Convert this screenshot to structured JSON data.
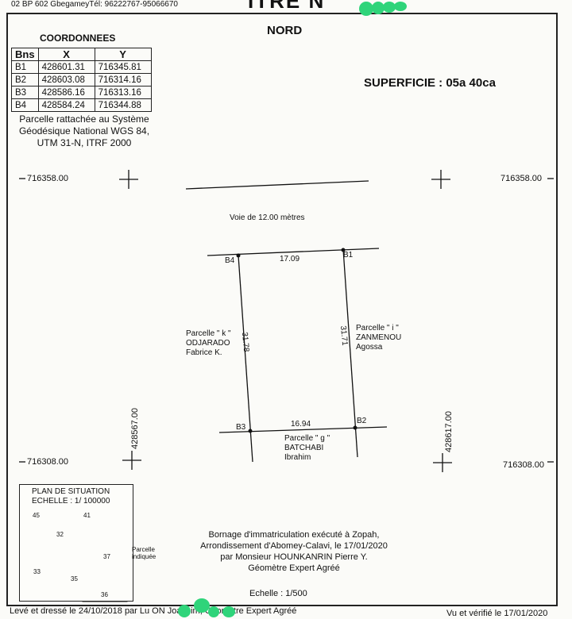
{
  "header": {
    "contact_line": "02 BP 602 GbegameyTél: 96222767-95066670",
    "title_fragment": "ITRE N"
  },
  "plan": {
    "north_label": "NORD",
    "superficie": "SUPERFICIE : 05a 40ca",
    "coordinates": {
      "title": "COORDONNEES",
      "headers": [
        "Bns",
        "X",
        "Y"
      ],
      "rows": [
        [
          "B1",
          "428601.31",
          "716345.81"
        ],
        [
          "B2",
          "428603.08",
          "716314.16"
        ],
        [
          "B3",
          "428586.16",
          "716313.16"
        ],
        [
          "B4",
          "428584.24",
          "716344.88"
        ]
      ]
    },
    "note": "Parcelle rattachée au Système Géodésique National WGS 84, UTM 31-N, ITRF 2000",
    "grid": {
      "y_top": "716358.00",
      "y_bottom": "716308.00",
      "x_left": "428567.00",
      "x_right": "428617.00"
    },
    "road_label": "Voie de  12.00  mètres",
    "beacons": [
      "B1",
      "B2",
      "B3",
      "B4"
    ],
    "distances": {
      "north": "17.09",
      "south": "16.94",
      "west": "31.78",
      "east": "31.71"
    },
    "neighbors": {
      "west": {
        "parcel": "Parcelle \" k \"",
        "owner1": "ODJARADO",
        "owner2": "Fabrice K."
      },
      "east": {
        "parcel": "Parcelle \" i \"",
        "owner1": "ZANMENOU",
        "owner2": "Agossa"
      },
      "south": {
        "parcel": "Parcelle \" g \"",
        "owner1": "BATCHABI",
        "owner2": "Ibrahim"
      }
    }
  },
  "situation": {
    "title": "PLAN DE SITUATION",
    "scale": "ECHELLE : 1/ 100000",
    "block_numbers": [
      "45",
      "41",
      "32",
      "37",
      "33",
      "35",
      "36"
    ],
    "marker_label_1": "Parcelle",
    "marker_label_2": "indiquée"
  },
  "bornage": {
    "line1": "Bornage d'immatriculation exécuté à Zopah,",
    "line2": "Arrondissement d'Abomey-Calavi, le 17/01/2020",
    "line3": "par Monsieur HOUNKANRIN Pierre Y.",
    "line4": "Géomètre Expert Agréé"
  },
  "echelle": "Echelle : 1/500",
  "footer": {
    "left": "Levé et dressé le 24/10/2018 par Lu    ON    Joachim, Géomètre Expert Agréé",
    "right": "Vu et vérifié le 17/01/2020"
  },
  "colors": {
    "redaction_marks": "#2fd47a"
  }
}
